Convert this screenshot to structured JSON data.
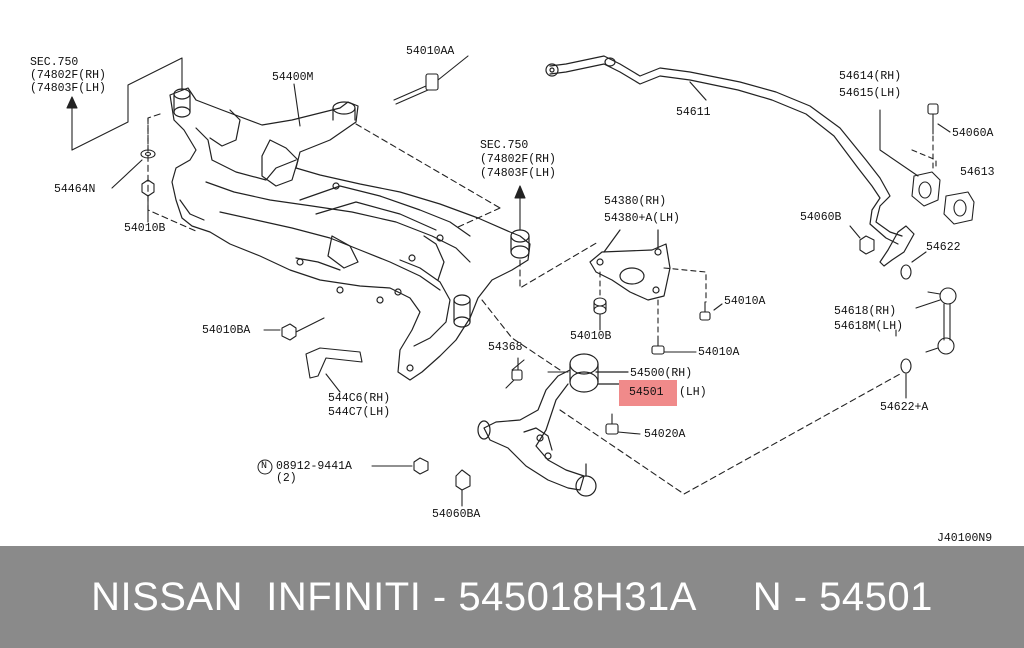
{
  "labels": {
    "sec750_a": "SEC.750",
    "sec750_a_rh": "(74802F(RH)",
    "sec750_a_lh": "(74803F(LH)",
    "sec750_b": "SEC.750",
    "sec750_b_rh": "(74802F(RH)",
    "sec750_b_lh": "(74803F(LH)",
    "p54010AA": "54010AA",
    "p54400M": "54400M",
    "p54464N": "54464N",
    "p54010B_left": "54010B",
    "p54010BA": "54010BA",
    "p544C6": "544C6(RH)",
    "p544C7": "544C7(LH)",
    "p54611": "54611",
    "p54614": "54614(RH)",
    "p54615": "54615(LH)",
    "p54060A": "54060A",
    "p54613": "54613",
    "p54060B": "54060B",
    "p54622": "54622",
    "p54380": "54380(RH)",
    "p54380A": "54380+A(LH)",
    "p54010A_1": "54010A",
    "p54010B_mid": "54010B",
    "p54010A_2": "54010A",
    "p54368": "54368",
    "p54500": "54500(RH)",
    "p54501": "54501",
    "p54501_lh": "(LH)",
    "p54618": "54618(RH)",
    "p54618M": "54618M(LH)",
    "p54622A": "54622+A",
    "p54020A": "54020A",
    "p08912": "08912-9441A",
    "p08912_qty": "(2)",
    "p08912_n": "N",
    "p54060BA": "54060BA",
    "diagram_id": "J40100N9"
  },
  "footer": {
    "text": "NISSAN  INFINITI - 545018H31A     N - 54501"
  },
  "colors": {
    "highlight": "#f08a8a",
    "footer_bg": "#8a8a8a",
    "footer_text": "#ffffff",
    "line": "#222222"
  }
}
